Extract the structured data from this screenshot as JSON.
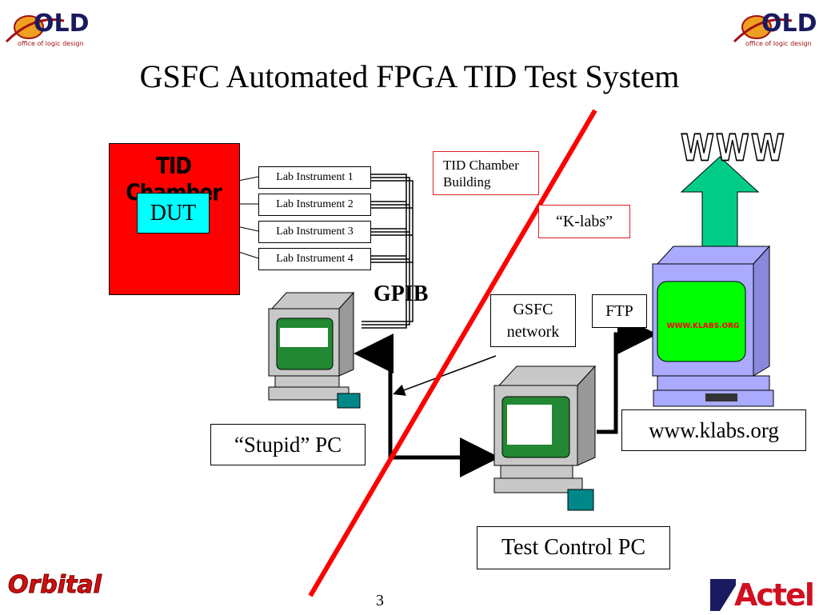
{
  "title": "GSFC Automated FPGA TID Test System",
  "logos": {
    "old_text": "OLD",
    "old_sub": "office of logic design",
    "orbital": "Orbital",
    "actel": "Actel"
  },
  "chamber": {
    "title": "TID Chamber",
    "dut": "DUT"
  },
  "instruments": [
    "Lab Instrument 1",
    "Lab Instrument 2",
    "Lab Instrument 3",
    "Lab Instrument 4"
  ],
  "bus_label": "GPIB",
  "building_label_line1": "TID Chamber",
  "building_label_line2": "Building",
  "klabs_label": "“K-labs”",
  "network_label_line1": "GSFC",
  "network_label_line2": "network",
  "ftp_label": "FTP",
  "www_label": "WWW",
  "server_screen_text": "WWW.KLABS.ORG",
  "server_label": "www.klabs.org",
  "stupid_pc_label": "“Stupid” PC",
  "test_pc_label": "Test Control PC",
  "page_number": "3",
  "colors": {
    "chamber": "#ff0000",
    "dut": "#00ffff",
    "divider": "#ff0000",
    "arrow": "#00cc88",
    "server_body": "#aaaaff",
    "screen": "#00ff00",
    "pc_body": "#c8c8c8"
  }
}
